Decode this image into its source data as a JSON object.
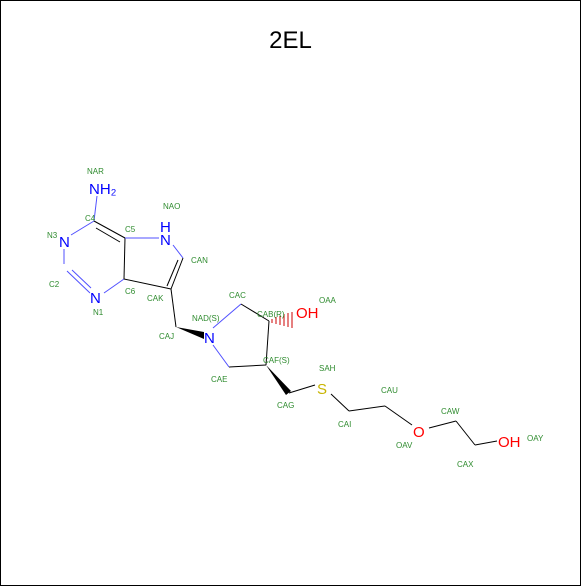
{
  "title": "2EL",
  "colors": {
    "bond": "#000000",
    "nitrogen": "#0000ff",
    "oxygen": "#ff0000",
    "sulfur": "#c8b400",
    "atom_label": "#2e8b2e"
  },
  "atoms": {
    "nh2": "NH₂",
    "n3": "N",
    "n1": "N",
    "nh_ring": "N",
    "nh_h": "H",
    "n_pyr": "N",
    "oh1": "OH",
    "s": "S",
    "o_ether": "O",
    "oh2": "OH"
  },
  "labels": {
    "NAR": "NAR",
    "C4": "C4",
    "N3": "N3",
    "C5": "C5",
    "NAO": "NAO",
    "C2": "C2",
    "N1": "N1",
    "C6": "C6",
    "CAN": "CAN",
    "CAK": "CAK",
    "CAC": "CAC",
    "OAA": "OAA",
    "NAD": "NAD(S)",
    "CAB": "CAB(R)",
    "CAJ": "CAJ",
    "CAF": "CAF(S)",
    "SAH": "SAH",
    "CAE": "CAE",
    "CAU": "CAU",
    "CAG": "CAG",
    "CAW": "CAW",
    "CAI": "CAI",
    "OAV": "OAV",
    "OAY": "OAY",
    "CAX": "CAX"
  }
}
